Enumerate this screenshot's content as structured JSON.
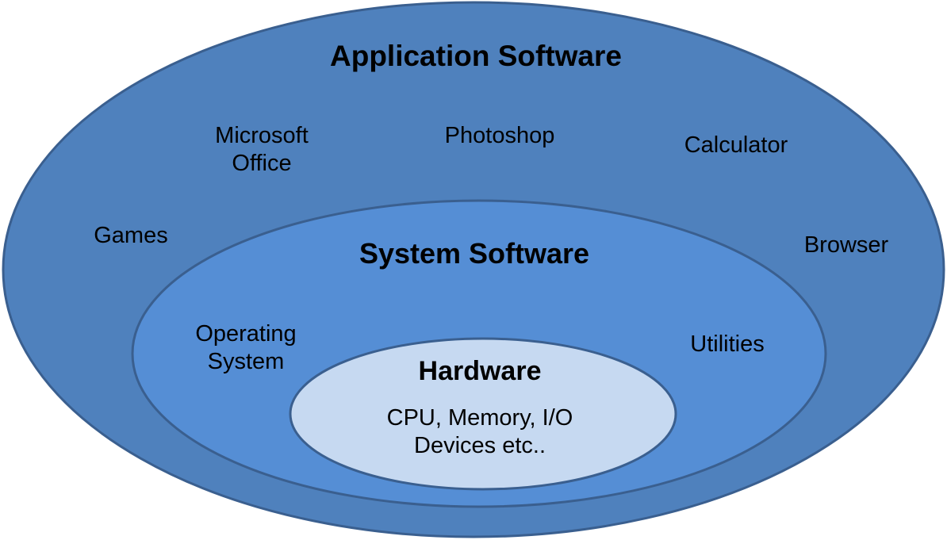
{
  "colors": {
    "outer_fill": "#4F81BD",
    "outer_stroke": "#3A5F8F",
    "middle_fill": "#558ED5",
    "middle_stroke": "#3A5F8F",
    "inner_fill": "#C6D9F1",
    "inner_stroke": "#3A5F8F",
    "text": "#000000"
  },
  "application": {
    "title": "Application Software",
    "items": {
      "office_line1": "Microsoft",
      "office_line2": "Office",
      "photoshop": "Photoshop",
      "calculator": "Calculator",
      "games": "Games",
      "browser": "Browser"
    }
  },
  "system": {
    "title": "System Software",
    "items": {
      "os_line1": "Operating",
      "os_line2": "System",
      "utilities": "Utilities"
    }
  },
  "hardware": {
    "title": "Hardware",
    "desc_line1": "CPU, Memory, I/O",
    "desc_line2": "Devices etc.."
  }
}
